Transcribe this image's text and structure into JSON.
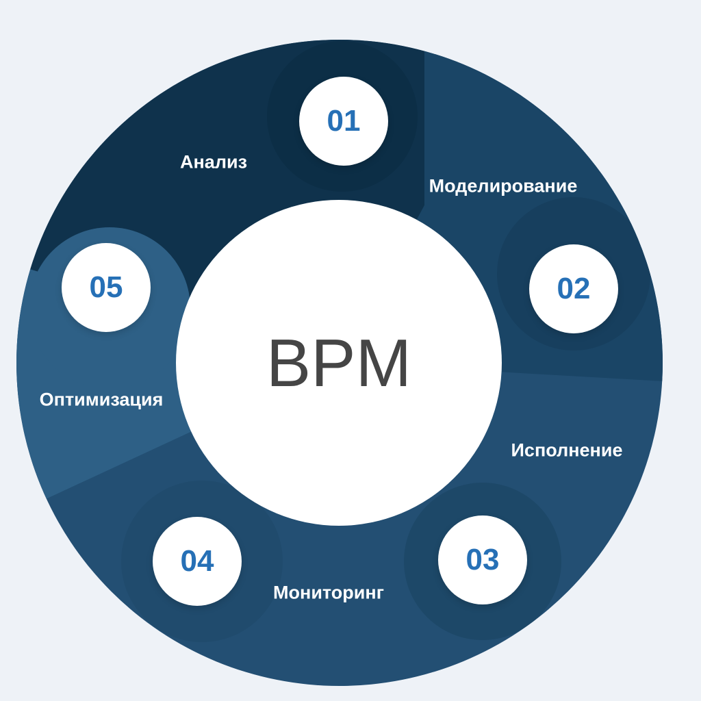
{
  "title": "BPM",
  "stages": [
    {
      "number": "01",
      "label": "Анализ"
    },
    {
      "number": "02",
      "label": "Моделирование"
    },
    {
      "number": "03",
      "label": "Исполнение"
    },
    {
      "number": "04",
      "label": "Мониторинг"
    },
    {
      "number": "05",
      "label": "Оптимизация"
    }
  ],
  "colors": {
    "base": "#234f73",
    "dark": "#0f324c",
    "light": "#2e6086",
    "accent": "#2670b6"
  }
}
